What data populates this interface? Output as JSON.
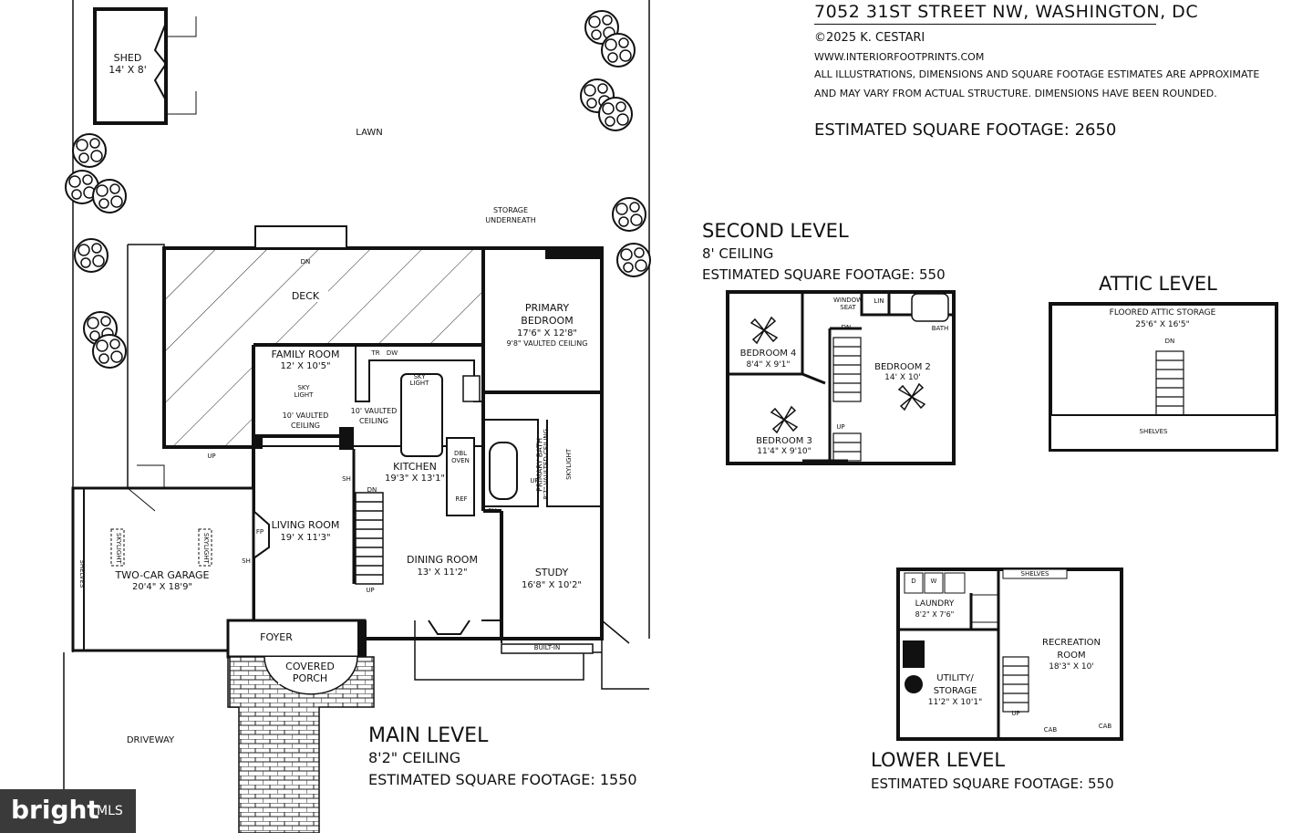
{
  "header": {
    "address": "7052 31ST STREET NW, WASHINGTON, DC",
    "copyright": "©2025 K. CESTARI",
    "website": "WWW.INTERIORFOOTPRINTS.COM",
    "disclaimer_1": "ALL ILLUSTRATIONS, DIMENSIONS AND SQUARE FOOTAGE ESTIMATES ARE APPROXIMATE",
    "disclaimer_2": "AND MAY VARY FROM ACTUAL STRUCTURE. DIMENSIONS HAVE BEEN ROUNDED.",
    "total_sqft": "ESTIMATED SQUARE FOOTAGE: 2650"
  },
  "main_level": {
    "title": "MAIN LEVEL",
    "ceiling": "8'2\" CEILING",
    "sqft": "ESTIMATED SQUARE FOOTAGE: 1550",
    "rooms": {
      "shed": "SHED",
      "shed_dim": "14' X 8'",
      "lawn": "LAWN",
      "storage": "STORAGE",
      "storage2": "UNDERNEATH",
      "deck": "DECK",
      "deck_dn": "DN",
      "primary_bedroom": "PRIMARY",
      "primary_bedroom2": "BEDROOM",
      "primary_bedroom_dim": "17'6\" X 12'8\"",
      "primary_bedroom_ceiling": "9'8\" VAULTED CEILING",
      "family_room": "FAMILY ROOM",
      "family_room_dim": "12' X 10'5\"",
      "sky": "SKY",
      "light": "LIGHT",
      "vaulted_10": "10' VAULTED",
      "ceiling": "CEILING",
      "vaulted_10b": "10' VAULTED",
      "ceilingb": "CEILING",
      "tr": "TR",
      "dw": "DW",
      "kitchen": "KITCHEN",
      "kitchen_dim": "19'3\" X 13'1\"",
      "dbl": "DBL",
      "oven": "OVEN",
      "ref": "REF",
      "sh": "SH",
      "sh2": "SH",
      "sh3": "SH",
      "primary_bath": "PRIMARY BATH",
      "primary_bath_ceiling": "8'7\" VAULTED CEILING",
      "skylight": "SKYLIGHT",
      "up": "UP",
      "up2": "UP",
      "up3": "UP",
      "dn": "DN",
      "living_room": "LIVING ROOM",
      "living_room_dim": "19' X 11'3\"",
      "fp": "FP",
      "dining_room": "DINING ROOM",
      "dining_room_dim": "13' X 11'2\"",
      "study": "STUDY",
      "study_dim": "16'8\" X 10'2\"",
      "garage": "TWO-CAR GARAGE",
      "garage_dim": "20'4\" X 18'9\"",
      "shelves": "SHELVES",
      "skylight_g": "SKYLIGHT",
      "skylight_g2": "SKYLIGHT",
      "foyer": "FOYER",
      "covered": "COVERED",
      "porch": "PORCH",
      "built_in": "BUILT-IN",
      "driveway": "DRIVEWAY"
    }
  },
  "second_level": {
    "title": "SECOND LEVEL",
    "ceiling": "8' CEILING",
    "sqft": "ESTIMATED SQUARE FOOTAGE: 550",
    "rooms": {
      "bedroom4": "BEDROOM 4",
      "bedroom4_dim": "8'4\" X 9'1\"",
      "bedroom2": "BEDROOM 2",
      "bedroom2_dim": "14' X 10'",
      "bedroom3": "BEDROOM 3",
      "bedroom3_dim": "11'4\" X 9'10\"",
      "window": "WINDOW",
      "seat": "SEAT",
      "lin": "LIN",
      "bath": "BATH",
      "dn": "DN",
      "up": "UP"
    }
  },
  "attic_level": {
    "title": "ATTIC LEVEL",
    "storage": "FLOORED ATTIC STORAGE",
    "storage_dim": "25'6\" X 16'5\"",
    "dn": "DN",
    "shelves": "SHELVES"
  },
  "lower_level": {
    "title": "LOWER LEVEL",
    "sqft": "ESTIMATED SQUARE FOOTAGE: 550",
    "rooms": {
      "shelves": "SHELVES",
      "d": "D",
      "w": "W",
      "laundry": "LAUNDRY",
      "laundry_dim": "8'2\" X 7'6\"",
      "recreation": "RECREATION",
      "recreation2": "ROOM",
      "recreation_dim": "18'3\" X 10'",
      "utility": "UTILITY/",
      "storage": "STORAGE",
      "utility_dim": "11'2\" X 10'1\"",
      "up": "UP",
      "cab": "CAB",
      "cab2": "CAB"
    }
  },
  "watermark": {
    "brand": "bright",
    "suffix": "MLS"
  }
}
